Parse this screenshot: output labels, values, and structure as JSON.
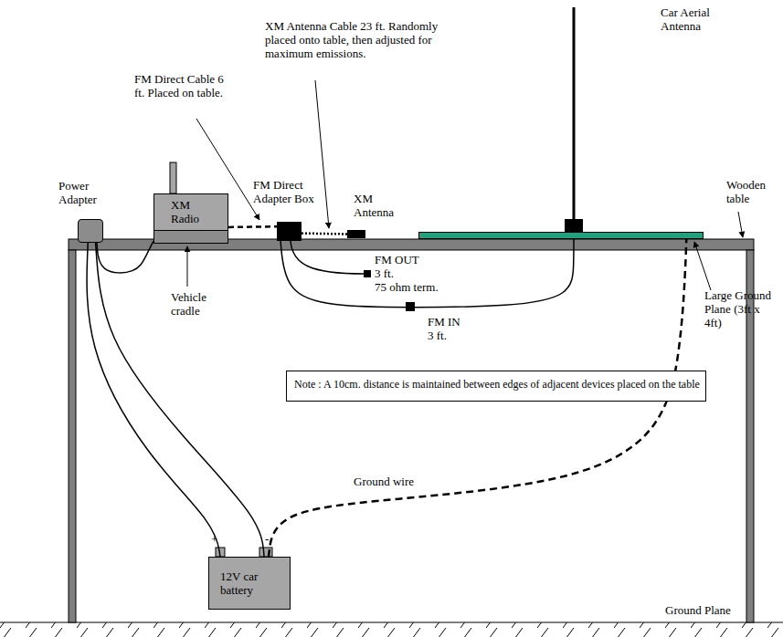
{
  "diagram": {
    "nodes": [
      {
        "text": [
          "Power Adapter"
        ]
      },
      {
        "text": [
          "XM Radio"
        ]
      },
      {
        "text": [
          "Vehicle cradle"
        ]
      },
      {
        "text": [
          "FM Direct Adapter Box"
        ]
      },
      {
        "text": [
          "XM Antenna"
        ]
      },
      {
        "text": [
          "Car Aerial Antenna"
        ]
      },
      {
        "text": [
          "Large Ground Plane (3ft x 4ft)"
        ]
      },
      {
        "text": [
          "Note : A 10cm. distance is maintained between edges of adjacent devices placed on the table"
        ]
      },
      {
        "text": [
          "12V car battery"
        ]
      }
    ],
    "edges": [
      {
        "from": 0,
        "to": 2,
        "arrow": "none"
      },
      {
        "from": 1,
        "to": 3,
        "arrow": "none"
      },
      {
        "from": 3,
        "to": 4,
        "arrow": "none"
      },
      {
        "from": 3,
        "to": 5,
        "arrow": "none"
      },
      {
        "from": 0,
        "to": 8,
        "arrow": "none"
      },
      {
        "from": 0,
        "to": 8,
        "arrow": "none"
      },
      {
        "from": 8,
        "to": 6,
        "label": "Ground wire",
        "arrow": "none"
      }
    ],
    "labels": [
      "FM Direct Cable 6 ft. Placed on table.",
      "XM Antenna Cable 23 ft. Randomly placed onto table, then adjusted for maximum emissions.",
      "FM OUT",
      "3 ft.",
      "75 ohm term.",
      "FM IN",
      "3 ft.",
      "Wooden table",
      "+",
      "-",
      "Ground Plane"
    ]
  }
}
